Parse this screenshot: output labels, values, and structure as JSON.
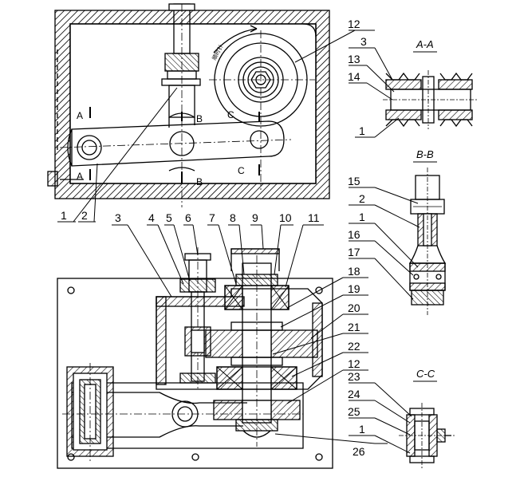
{
  "drawing": {
    "section_titles": {
      "aa": "A-A",
      "bb": "B-B",
      "cc": "C-C"
    },
    "view_marks": {
      "a": "A",
      "b": "B",
      "c": "C"
    },
    "rotation_note": "顺时针",
    "callouts_top": [
      "12",
      "3",
      "13",
      "14",
      "1"
    ],
    "callouts_top_left": [
      "1",
      "2"
    ],
    "callouts_bb": [
      "15",
      "2",
      "1",
      "16",
      "17"
    ],
    "callouts_main_top": [
      "3",
      "4",
      "5",
      "6",
      "7",
      "8",
      "9",
      "10",
      "11"
    ],
    "callouts_main_right": [
      "18",
      "19",
      "20",
      "21",
      "22",
      "12",
      "23",
      "24",
      "25",
      "1",
      "26"
    ]
  }
}
